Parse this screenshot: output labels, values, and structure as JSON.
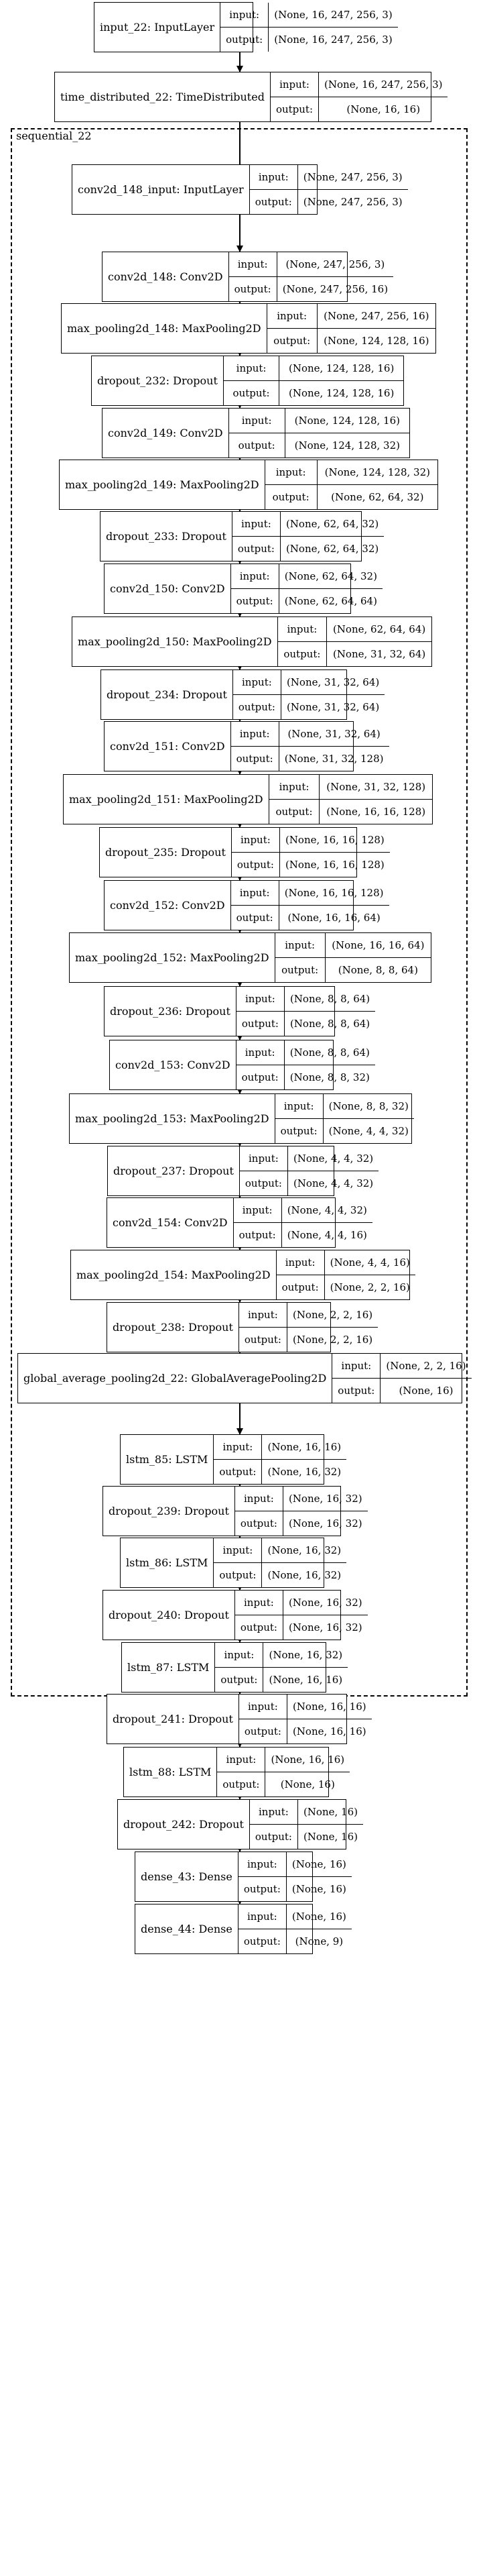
{
  "cluster_label": "sequential_22",
  "io_labels": {
    "input": "input:",
    "output": "output:"
  },
  "nodes": [
    {
      "name": "input_22: InputLayer",
      "input": "(None, 16, 247, 256, 3)",
      "output": "(None, 16, 247, 256, 3)"
    },
    {
      "name": "time_distributed_22: TimeDistributed",
      "input": "(None, 16, 247, 256, 3)",
      "output": "(None, 16, 16)"
    },
    {
      "name": "conv2d_148_input: InputLayer",
      "input": "(None, 247, 256, 3)",
      "output": "(None, 247, 256, 3)"
    },
    {
      "name": "conv2d_148: Conv2D",
      "input": "(None, 247, 256, 3)",
      "output": "(None, 247, 256, 16)"
    },
    {
      "name": "max_pooling2d_148: MaxPooling2D",
      "input": "(None, 247, 256, 16)",
      "output": "(None, 124, 128, 16)"
    },
    {
      "name": "dropout_232: Dropout",
      "input": "(None, 124, 128, 16)",
      "output": "(None, 124, 128, 16)"
    },
    {
      "name": "conv2d_149: Conv2D",
      "input": "(None, 124, 128, 16)",
      "output": "(None, 124, 128, 32)"
    },
    {
      "name": "max_pooling2d_149: MaxPooling2D",
      "input": "(None, 124, 128, 32)",
      "output": "(None, 62, 64, 32)"
    },
    {
      "name": "dropout_233: Dropout",
      "input": "(None, 62, 64, 32)",
      "output": "(None, 62, 64, 32)"
    },
    {
      "name": "conv2d_150: Conv2D",
      "input": "(None, 62, 64, 32)",
      "output": "(None, 62, 64, 64)"
    },
    {
      "name": "max_pooling2d_150: MaxPooling2D",
      "input": "(None, 62, 64, 64)",
      "output": "(None, 31, 32, 64)"
    },
    {
      "name": "dropout_234: Dropout",
      "input": "(None, 31, 32, 64)",
      "output": "(None, 31, 32, 64)"
    },
    {
      "name": "conv2d_151: Conv2D",
      "input": "(None, 31, 32, 64)",
      "output": "(None, 31, 32, 128)"
    },
    {
      "name": "max_pooling2d_151: MaxPooling2D",
      "input": "(None, 31, 32, 128)",
      "output": "(None, 16, 16, 128)"
    },
    {
      "name": "dropout_235: Dropout",
      "input": "(None, 16, 16, 128)",
      "output": "(None, 16, 16, 128)"
    },
    {
      "name": "conv2d_152: Conv2D",
      "input": "(None, 16, 16, 128)",
      "output": "(None, 16, 16, 64)"
    },
    {
      "name": "max_pooling2d_152: MaxPooling2D",
      "input": "(None, 16, 16, 64)",
      "output": "(None, 8, 8, 64)"
    },
    {
      "name": "dropout_236: Dropout",
      "input": "(None, 8, 8, 64)",
      "output": "(None, 8, 8, 64)"
    },
    {
      "name": "conv2d_153: Conv2D",
      "input": "(None, 8, 8, 64)",
      "output": "(None, 8, 8, 32)"
    },
    {
      "name": "max_pooling2d_153: MaxPooling2D",
      "input": "(None, 8, 8, 32)",
      "output": "(None, 4, 4, 32)"
    },
    {
      "name": "dropout_237: Dropout",
      "input": "(None, 4, 4, 32)",
      "output": "(None, 4, 4, 32)"
    },
    {
      "name": "conv2d_154: Conv2D",
      "input": "(None, 4, 4, 32)",
      "output": "(None, 4, 4, 16)"
    },
    {
      "name": "max_pooling2d_154: MaxPooling2D",
      "input": "(None, 4, 4, 16)",
      "output": "(None, 2, 2, 16)"
    },
    {
      "name": "dropout_238: Dropout",
      "input": "(None, 2, 2, 16)",
      "output": "(None, 2, 2, 16)"
    },
    {
      "name": "global_average_pooling2d_22: GlobalAveragePooling2D",
      "input": "(None, 2, 2, 16)",
      "output": "(None, 16)"
    },
    {
      "name": "lstm_85: LSTM",
      "input": "(None, 16, 16)",
      "output": "(None, 16, 32)"
    },
    {
      "name": "dropout_239: Dropout",
      "input": "(None, 16, 32)",
      "output": "(None, 16, 32)"
    },
    {
      "name": "lstm_86: LSTM",
      "input": "(None, 16, 32)",
      "output": "(None, 16, 32)"
    },
    {
      "name": "dropout_240: Dropout",
      "input": "(None, 16, 32)",
      "output": "(None, 16, 32)"
    },
    {
      "name": "lstm_87: LSTM",
      "input": "(None, 16, 32)",
      "output": "(None, 16, 16)"
    },
    {
      "name": "dropout_241: Dropout",
      "input": "(None, 16, 16)",
      "output": "(None, 16, 16)"
    },
    {
      "name": "lstm_88: LSTM",
      "input": "(None, 16, 16)",
      "output": "(None, 16)"
    },
    {
      "name": "dropout_242: Dropout",
      "input": "(None, 16)",
      "output": "(None, 16)"
    },
    {
      "name": "dense_43: Dense",
      "input": "(None, 16)",
      "output": "(None, 16)"
    },
    {
      "name": "dense_44: Dense",
      "input": "(None, 16)",
      "output": "(None, 9)"
    }
  ]
}
